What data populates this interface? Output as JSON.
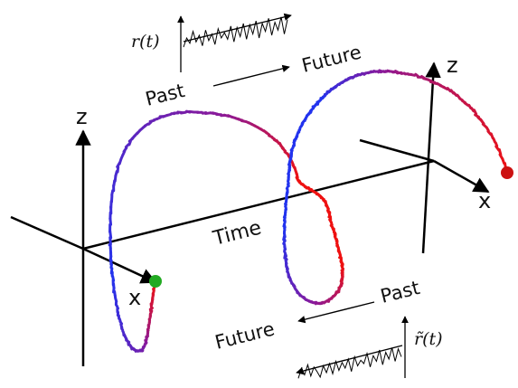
{
  "labels": {
    "time": "Time",
    "axis_z": "z",
    "axis_x": "x",
    "past": "Past",
    "future": "Future",
    "r": "r(t)",
    "r_tilde": "r̃(t)"
  },
  "colors": {
    "trajectory_start": "#2233ee",
    "trajectory_mid": "#8a1a9a",
    "trajectory_end": "#ee1111",
    "start_marker": "#22aa22",
    "end_marker": "#cc1111",
    "axis": "#000000"
  },
  "signal_r": [
    2,
    9,
    5,
    14,
    6,
    11,
    3,
    15,
    7,
    12,
    4,
    16,
    9,
    13,
    8,
    18,
    6,
    17,
    10,
    20,
    8,
    19,
    12,
    22,
    9,
    20,
    14,
    24,
    11,
    21,
    15,
    25,
    12,
    23
  ],
  "signal_r_tilde": [
    3,
    12,
    6,
    15,
    5,
    13,
    9,
    4,
    14,
    8,
    16,
    7,
    18,
    10,
    17,
    12,
    20,
    9,
    22,
    14,
    19,
    16,
    25,
    13,
    23,
    18,
    28,
    15,
    26,
    20,
    30,
    18,
    29,
    22
  ]
}
